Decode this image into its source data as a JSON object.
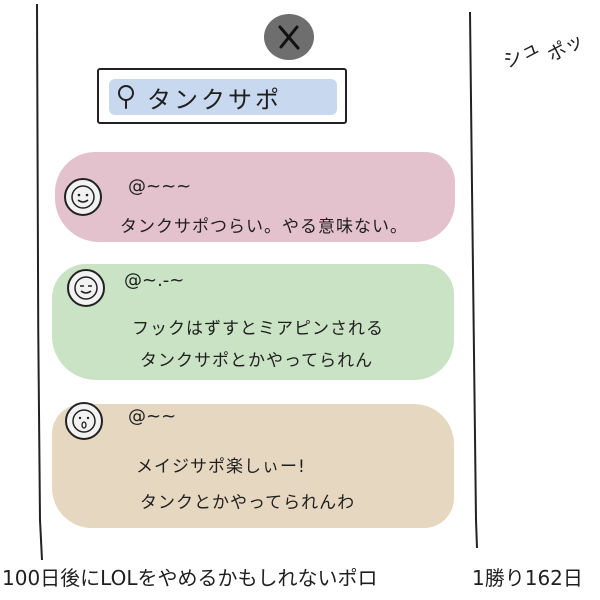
{
  "app": {
    "logo_icon": "x-logo-icon",
    "logo_glyph": "X"
  },
  "search": {
    "query": "タンクサポ",
    "icon": "search-icon"
  },
  "side_note": {
    "line1": "シュ",
    "line2": "ポッ"
  },
  "posts": [
    {
      "handle": "@~~~",
      "text": "タンクサポつらい。やる意味ない。",
      "color": "#e3c1cd"
    },
    {
      "handle": "@~.-~",
      "lines": [
        "フックはずすとミアピンされる",
        "タンクサポとかやってられん"
      ],
      "color": "#c9e3c4"
    },
    {
      "handle": "@~~",
      "lines": [
        "メイジサポ楽しぃー!",
        "タンクとかやってられんわ"
      ],
      "color": "#e6d7c0"
    }
  ],
  "caption": {
    "left": "100日後にLOLをやめるかもしれないポロ",
    "right": "1勝り162日"
  }
}
